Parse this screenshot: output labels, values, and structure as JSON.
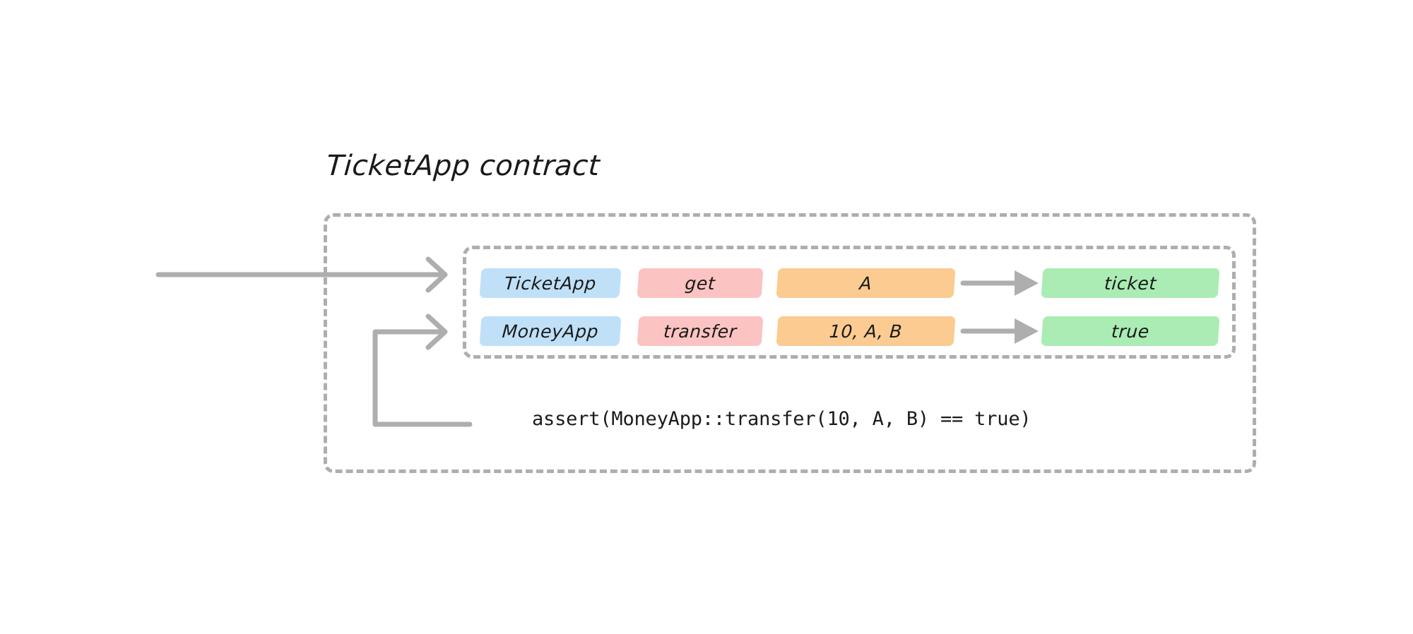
{
  "diagram": {
    "title": "TicketApp contract",
    "colors": {
      "module_chip": "#bfe0f7",
      "method_chip": "#fbc3c1",
      "args_chip": "#fbcb91",
      "result_chip": "#aaecb4",
      "stroke": "#aeaeae",
      "text": "#1a1a1a",
      "background": "#ffffff"
    },
    "rows": [
      {
        "module": "TicketApp",
        "method": "get",
        "args": "A",
        "result": "ticket"
      },
      {
        "module": "MoneyApp",
        "method": "transfer",
        "args": "10, A, B",
        "result": "true"
      }
    ],
    "assertion": "assert(MoneyApp::transfer(10, A, B) == true)",
    "arrows": {
      "external_call_label": "incoming-call-arrow",
      "internal_call_label": "assertion-feedback-arrow",
      "row_result_label": "returns-arrow"
    }
  }
}
